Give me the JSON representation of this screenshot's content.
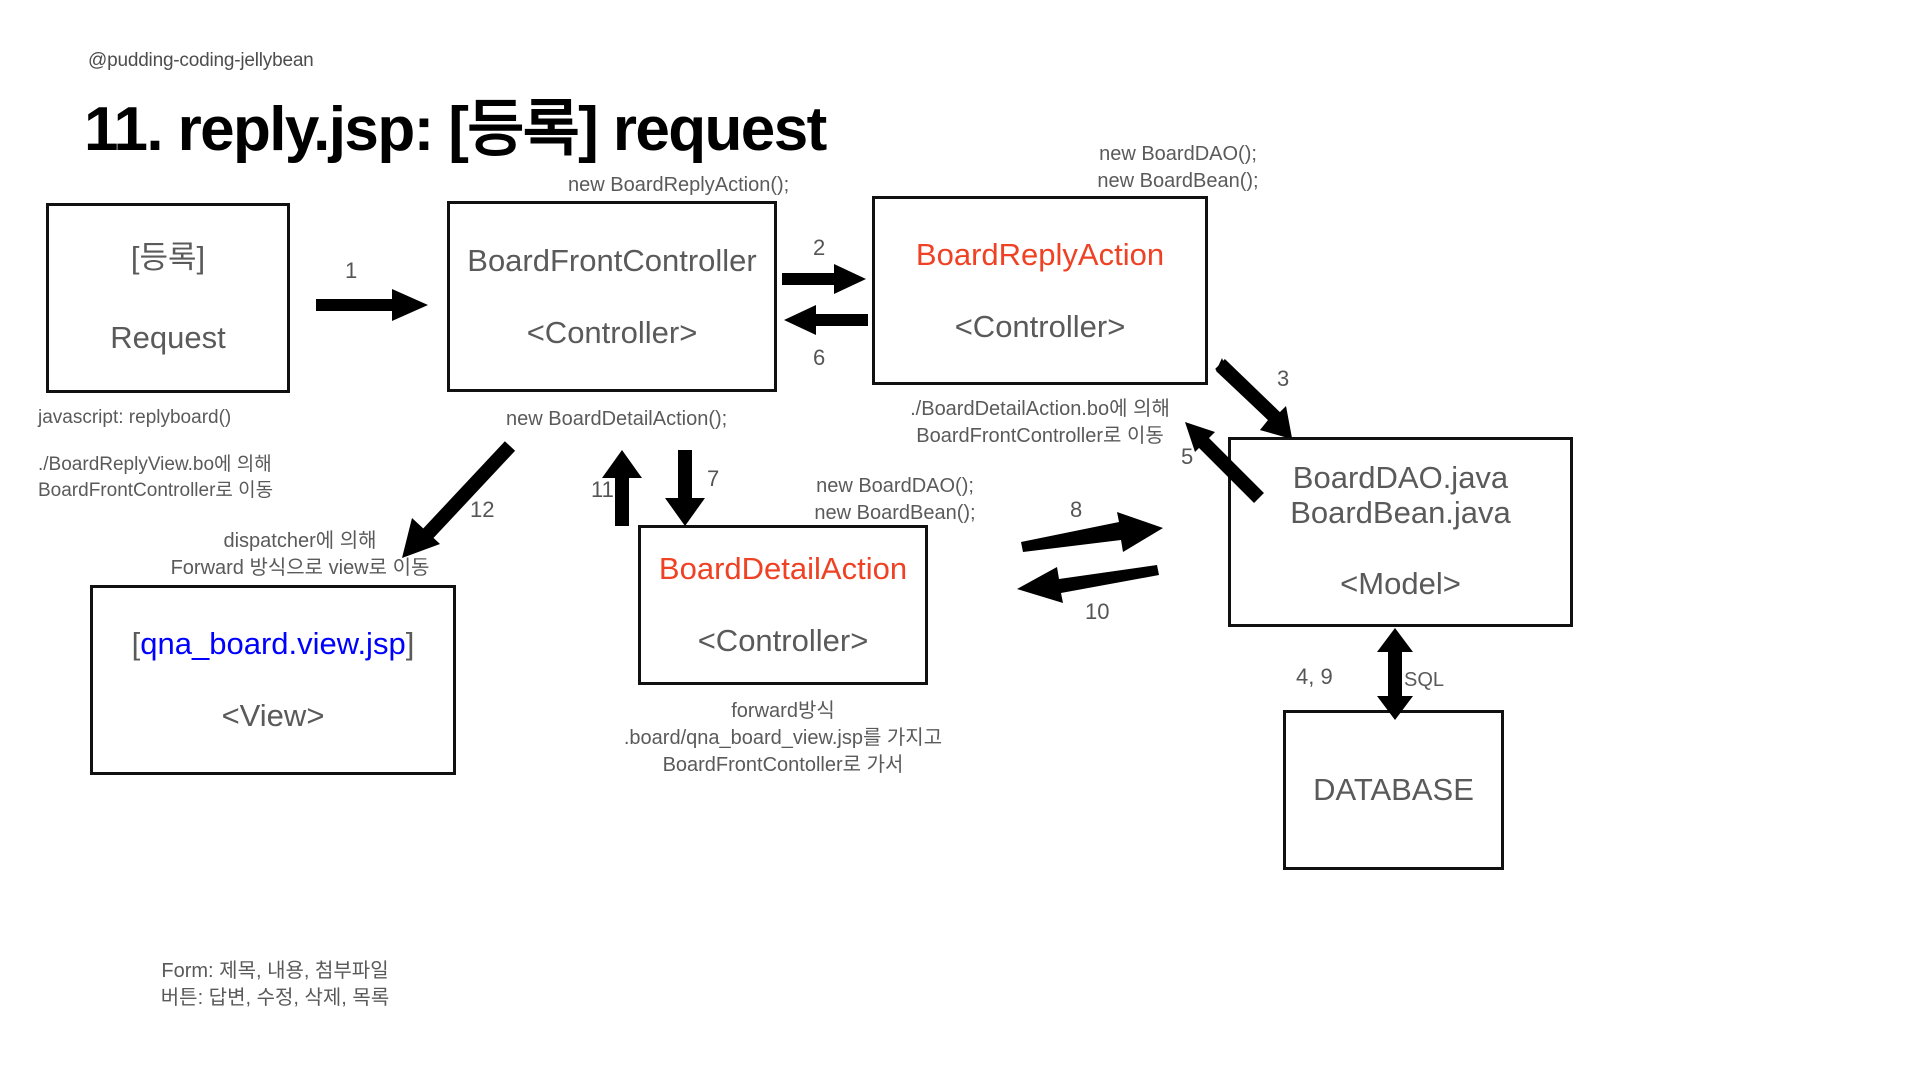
{
  "header": {
    "handle": "@pudding-coding-jellybean",
    "title": "11. reply.jsp: [등록] request"
  },
  "boxes": {
    "request": {
      "line1": "[등록]",
      "line2": "Request"
    },
    "front_controller": {
      "line1": "BoardFrontController",
      "line2": "<Controller>"
    },
    "reply_action": {
      "line1": "BoardReplyAction",
      "line2": "<Controller>"
    },
    "detail_action": {
      "line1": "BoardDetailAction",
      "line2": "<Controller>"
    },
    "model": {
      "line1": "BoardDAO.java",
      "line2": "BoardBean.java",
      "line3": "<Model>"
    },
    "view": {
      "open_bracket": "[",
      "jsp": "qna_board.view.jsp",
      "close_bracket": "]",
      "line2": "<View>"
    },
    "database": {
      "line1": "DATABASE"
    }
  },
  "notes": {
    "new_reply_action": "new BoardReplyAction();",
    "new_dao_bean_top": "new BoardDAO();\nnew BoardBean();",
    "new_dao_bean_mid": "new BoardDAO();\nnew BoardBean();",
    "new_detail_action": "new BoardDetailAction();",
    "javascript_call": "javascript: replyboard()",
    "reply_view_route": "./BoardReplyView.bo에 의해\nBoardFrontController로 이동",
    "detail_action_route": "./BoardDetailAction.bo에 의해\nBoardFrontController로 이동",
    "dispatcher_forward": "dispatcher에 의해\nForward 방식으로 view로 이동",
    "forward_detail": "forward방식\n.board/qna_board_view.jsp를 가지고\nBoardFrontContoller로 가서",
    "view_form": "Form: 제목, 내용, 첨부파일\n버튼: 답변, 수정, 삭제, 목록",
    "sql_label": "SQL"
  },
  "step_numbers": {
    "s1": "1",
    "s2": "2",
    "s3": "3",
    "s5": "5",
    "s6": "6",
    "s7": "7",
    "s8": "8",
    "s10": "10",
    "s11": "11",
    "s12": "12",
    "s49": "4, 9"
  },
  "colors": {
    "red": "#ef4123",
    "blue": "#0000ff",
    "gray_text": "#5a5a5a",
    "stroke": "#111111",
    "background": "#ffffff"
  }
}
